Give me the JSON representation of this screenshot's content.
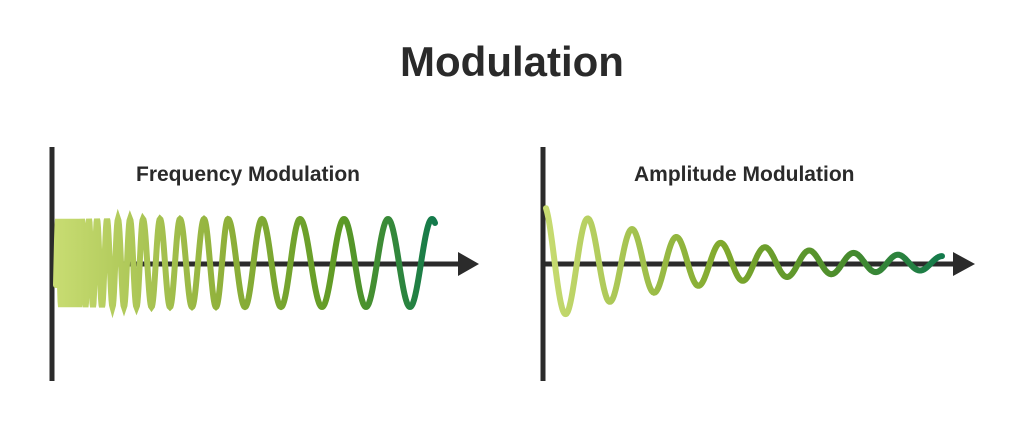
{
  "title": "Modulation",
  "panels": [
    {
      "title": "Frequency Modulation"
    },
    {
      "title": "Amplitude Modulation"
    }
  ],
  "colors": {
    "axis": "#2b2b2b",
    "wave_start": "#c8dc72",
    "wave_mid": "#7fa82c",
    "wave_end": "#137a4c"
  }
}
